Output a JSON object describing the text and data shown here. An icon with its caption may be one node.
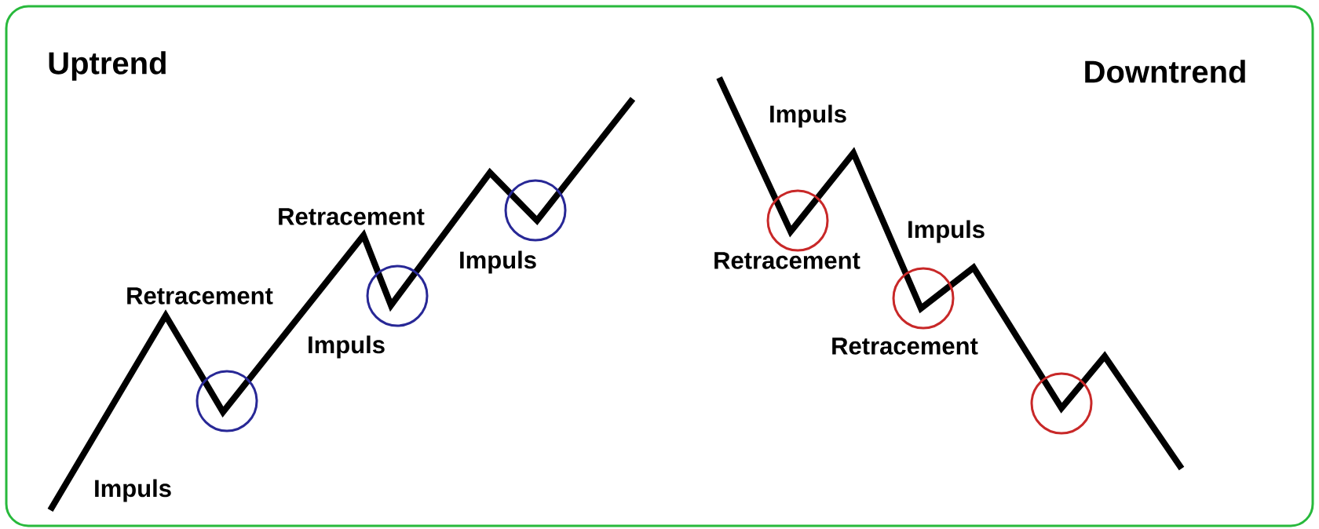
{
  "diagram": {
    "labels": [
      "Uptrend",
      "Downtrend",
      "Impuls",
      "Retracement",
      "Impuls",
      "Retracement",
      "Impuls",
      "Retracement",
      "Impuls",
      "Retracement",
      "Impuls"
    ]
  }
}
